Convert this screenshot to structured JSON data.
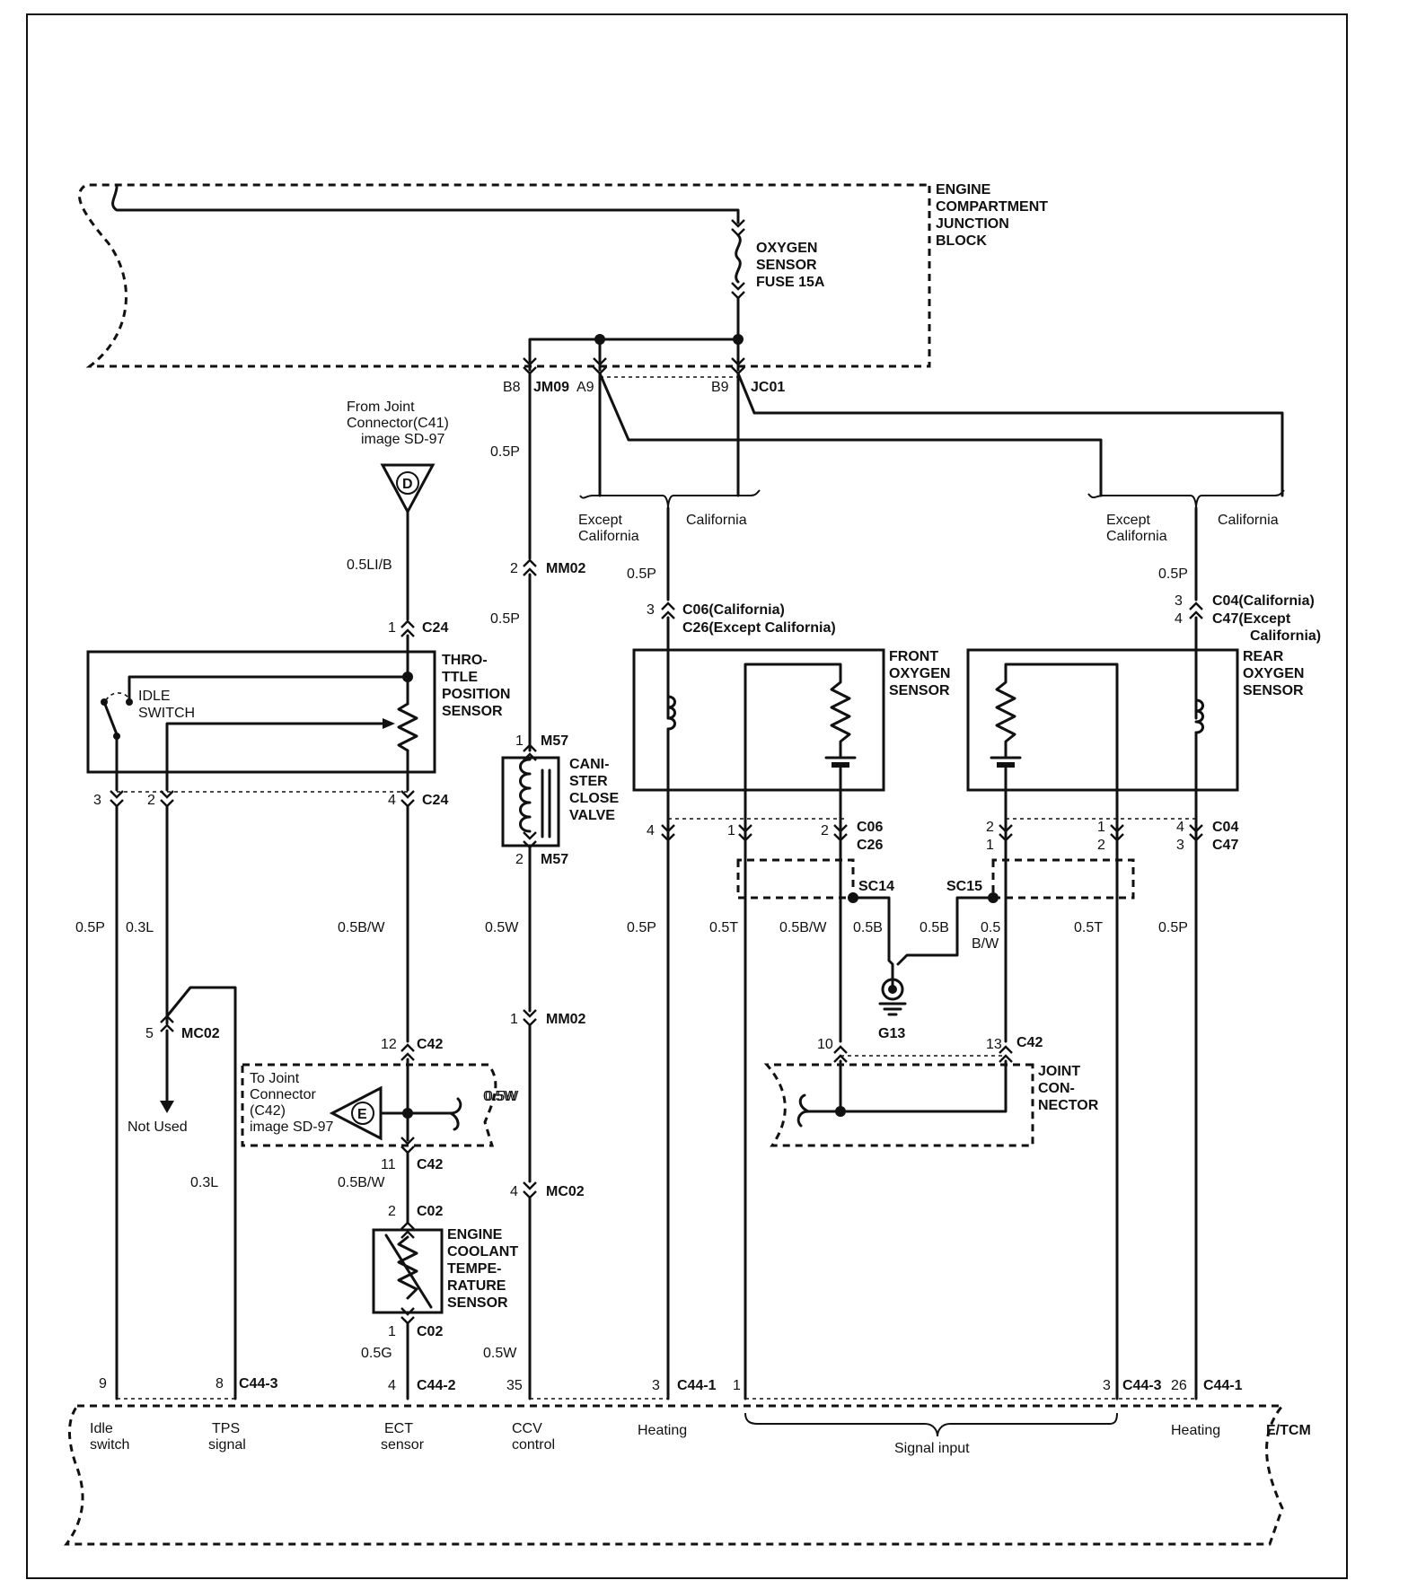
{
  "blocks": {
    "engine_compartment": [
      "ENGINE",
      "COMPARTMENT",
      "JUNCTION",
      "BLOCK"
    ],
    "etcm": "E/TCM",
    "joint_connector": [
      "JOINT",
      "CON-",
      "NECTOR"
    ]
  },
  "fuse": [
    "OXYGEN",
    "SENSOR",
    "FUSE 15A"
  ],
  "from_joint": [
    "From Joint",
    "Connector(C41)",
    "image  SD-97"
  ],
  "to_joint": [
    "To Joint",
    "Connector",
    "(C42)",
    "image  SD-97"
  ],
  "offpage": {
    "d": "D",
    "e": "E"
  },
  "components": {
    "tps": [
      "THRO-",
      "TTLE",
      "POSITION",
      "SENSOR"
    ],
    "idle_switch": [
      "IDLE",
      "SWITCH"
    ],
    "canister": [
      "CANI-",
      "STER",
      "CLOSE",
      "VALVE"
    ],
    "ect": [
      "ENGINE",
      "COOLANT",
      "TEMPE-",
      "RATURE",
      "SENSOR"
    ],
    "front_o2": [
      "FRONT",
      "OXYGEN",
      "SENSOR"
    ],
    "rear_o2": [
      "REAR",
      "OXYGEN",
      "SENSOR"
    ]
  },
  "split_labels": {
    "except_california": [
      "Except",
      "California"
    ],
    "california": "California"
  },
  "connectors": {
    "jm09": "JM09",
    "jc01": "JC01",
    "b8": "B8",
    "a9": "A9",
    "b9": "B9",
    "c24": "C24",
    "mm02": "MM02",
    "m57": "M57",
    "mc02": "MC02",
    "c42": "C42",
    "c02": "C02",
    "c06": "C06",
    "c26": "C26",
    "c04": "C04",
    "c47": "C47",
    "sc14": "SC14",
    "sc15": "SC15",
    "g13": "G13",
    "c44_3": "C44-3",
    "c44_2": "C44-2",
    "c44_1": "C44-1",
    "c06_cal": "C06(California)",
    "c26_exc": "C26(Except California)",
    "c04_cal": "C04(California)",
    "c47_exc": [
      "C47(Except",
      "California)"
    ]
  },
  "pins": [
    "1",
    "2",
    "3",
    "4",
    "5",
    "9",
    "8",
    "10",
    "11",
    "12",
    "13",
    "26",
    "35"
  ],
  "wires": {
    "p05": "0.5P",
    "l03": "0.3L",
    "lib": "0.5LI/B",
    "bw": "0.5B/W",
    "w05": "0.5W",
    "g05": "0.5G",
    "t05": "0.5T",
    "b05": "0.5B",
    "b05w_split": [
      "0.5",
      "B/W"
    ]
  },
  "not_used": "Not Used",
  "terminals": {
    "idle": [
      "Idle",
      "switch"
    ],
    "tps": [
      "TPS",
      "signal"
    ],
    "ect": [
      "ECT",
      "sensor"
    ],
    "ccv": [
      "CCV",
      "control"
    ],
    "heating": "Heating",
    "signal_input": "Signal input"
  }
}
